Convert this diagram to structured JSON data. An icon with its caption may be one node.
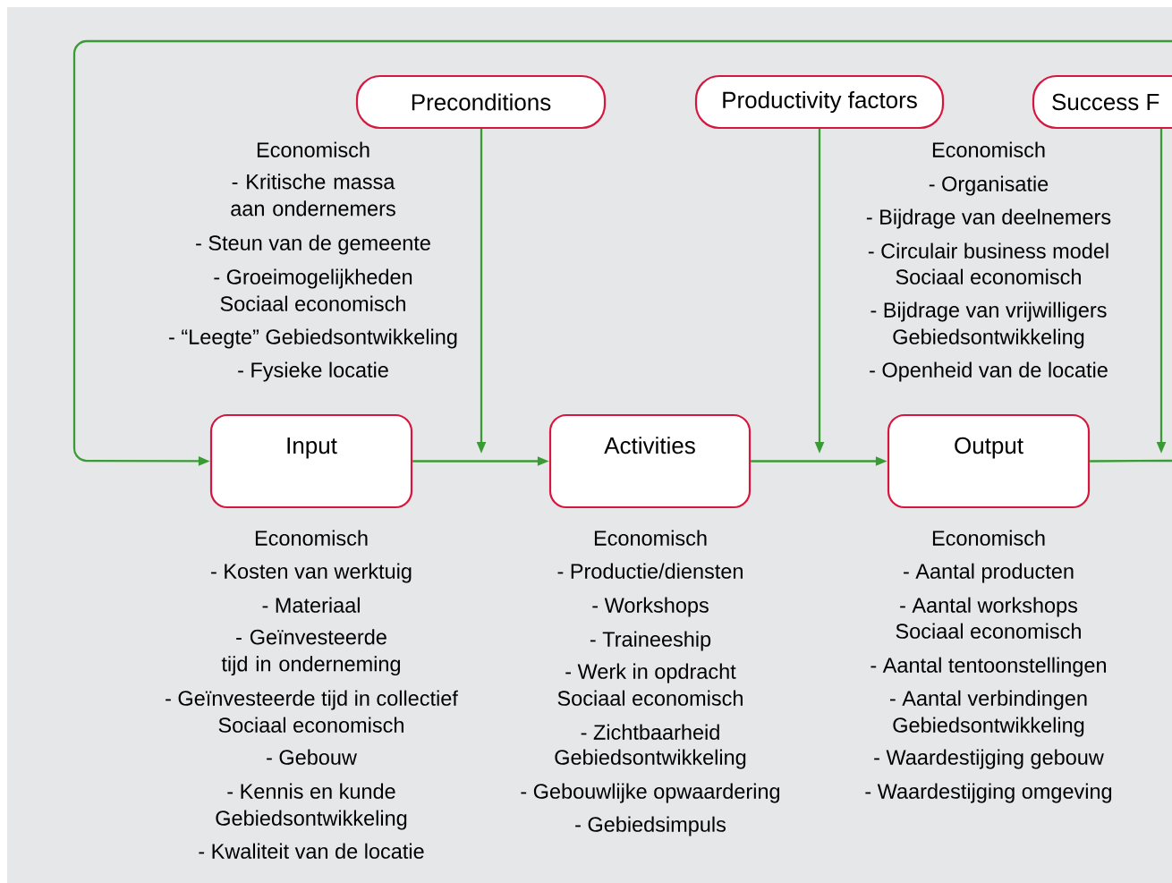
{
  "diagram": {
    "nodes": [
      {
        "text": [
          "Preconditions"
        ]
      },
      {
        "text": [
          "Productivity factors"
        ]
      },
      {
        "text": [
          "Success F"
        ]
      },
      {
        "text": [
          "Input"
        ],
        "beside": [
          "Economisch",
          "- Kosten van werktuig",
          "- Materiaal",
          "- Geïnvesteerde tijd in onderneming",
          "- Geïnvesteerde tijd in collectief",
          "Sociaal economisch",
          "- Gebouw",
          "- Kennis en kunde",
          "Gebiedsontwikkeling",
          "- Kwaliteit van de locatie"
        ]
      },
      {
        "text": [
          "Activities"
        ],
        "beside": [
          "Economisch",
          "- Productie/diensten",
          "- Workshops",
          "- Traineeship",
          "- Werk in opdracht",
          "Sociaal economisch",
          "- Zichtbaarheid",
          "Gebiedsontwikkeling",
          "- Gebouwlijke opwaardering",
          "- Gebiedsimpuls"
        ]
      },
      {
        "text": [
          "Output"
        ],
        "beside": [
          "Economisch",
          "- Aantal producten",
          "- Aantal workshops",
          "Sociaal economisch",
          "- Aantal tentoonstellingen",
          "- Aantal verbindingen",
          "Gebiedsontwikkeling",
          "- Waardestijging gebouw",
          "- Waardestijging omgeving"
        ]
      }
    ],
    "edges": [
      {
        "from": null,
        "to": 3,
        "arrow": "to"
      },
      {
        "from": 3,
        "to": 4,
        "arrow": "to"
      },
      {
        "from": 4,
        "to": 5,
        "arrow": "to"
      },
      {
        "from": 5,
        "to": null,
        "arrow": "none"
      },
      {
        "from": 0,
        "to": null,
        "arrow": "to"
      },
      {
        "from": 1,
        "to": null,
        "arrow": "to"
      },
      {
        "from": 2,
        "to": null,
        "arrow": "to"
      }
    ],
    "labels": [
      "Economisch",
      "- Kritische massa aan ondernemers",
      "- Steun van de gemeente",
      "- Groeimogelijkheden",
      "Sociaal economisch",
      "- “Leegte” Gebiedsontwikkeling",
      "- Fysieke locatie",
      "Economisch",
      "- Organisatie",
      "- Bijdrage van deelnemers",
      "- Circulair business model",
      "Sociaal economisch",
      "- Bijdrage van vrijwilligers",
      "Gebiedsontwikkeling",
      "- Openheid van de locatie"
    ]
  }
}
